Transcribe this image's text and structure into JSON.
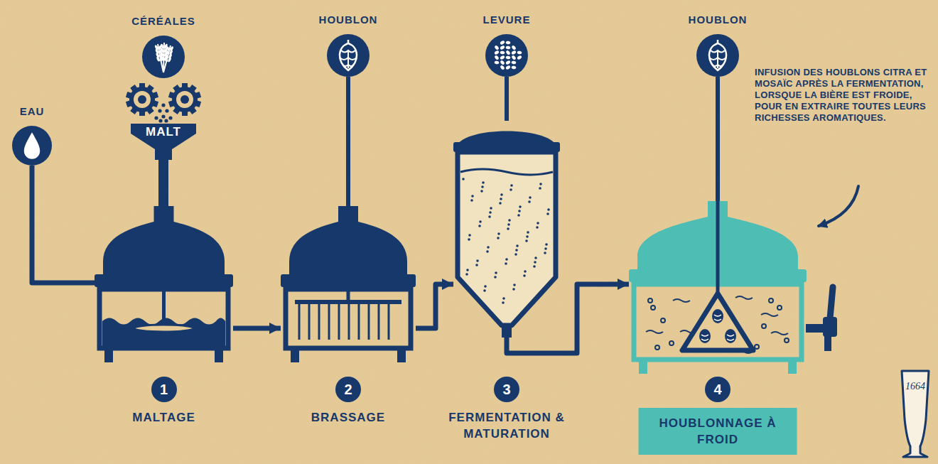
{
  "diagram": {
    "nodes": [
      {
        "text": [
          "EAU"
        ]
      },
      {
        "text": [
          "CÉRÉALES"
        ]
      },
      {
        "text": [
          "MALT"
        ]
      },
      {
        "text": [
          "HOUBLON"
        ]
      },
      {
        "text": [
          "LEVURE"
        ]
      },
      {
        "text": [
          "HOUBLON"
        ]
      },
      {
        "text": [
          "1",
          "MALTAGE"
        ]
      },
      {
        "text": [
          "2",
          "BRASSAGE"
        ]
      },
      {
        "text": [
          "3",
          "FERMENTATION & MATURATION"
        ]
      },
      {
        "text": [
          "4",
          "HOUBLONNAGE À FROID"
        ]
      },
      {
        "text": [
          "1664"
        ]
      }
    ],
    "edges": [
      {
        "from": 0,
        "to": 6,
        "arrow": "none"
      },
      {
        "from": 2,
        "to": 6,
        "arrow": "none"
      },
      {
        "from": 3,
        "to": 7,
        "arrow": "none"
      },
      {
        "from": 4,
        "to": 8,
        "arrow": "none"
      },
      {
        "from": 5,
        "to": 9,
        "arrow": "none"
      },
      {
        "from": 6,
        "to": 7,
        "arrow": "to"
      },
      {
        "from": 7,
        "to": 8,
        "arrow": "to"
      },
      {
        "from": 8,
        "to": 9,
        "arrow": "to"
      }
    ],
    "labels": [
      "INFUSION DES HOUBLONS CITRA ET MOSAÏC APRÈS LA FERMENTATION, LORSQUE LA BIÈRE EST FROIDE, POUR EN EXTRAIRE TOUTES LEURS RICHESSES AROMATIQUES."
    ]
  }
}
